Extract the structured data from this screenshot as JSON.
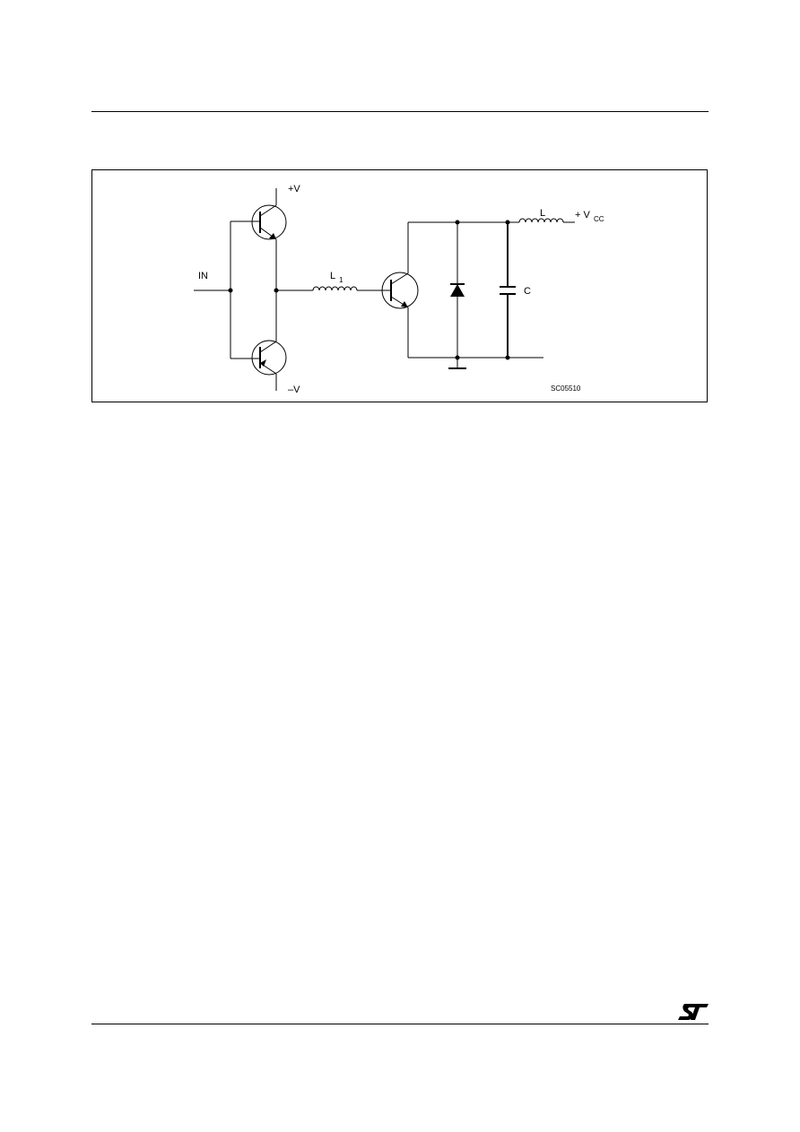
{
  "figure": {
    "labels": {
      "in": "IN",
      "plus_v": "+V",
      "minus_v": "–V",
      "l1_main": "L",
      "l1_sub": "1",
      "l_out": "L",
      "c": "C",
      "vcc_prefix": "+ V",
      "vcc_sub": "CC",
      "code": "SC05510"
    }
  },
  "footer": {
    "logo": "ST"
  }
}
